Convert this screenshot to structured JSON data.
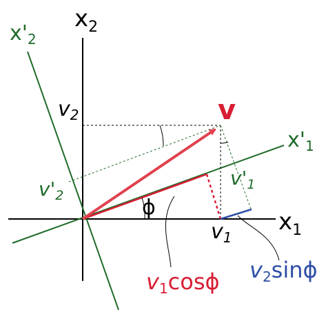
{
  "colors": {
    "axis": "#000000",
    "rotated_axis": "#1f6b2a",
    "vector": "#e0414f",
    "projection_red": "#d81e34",
    "sin_blue": "#2f4ea6",
    "guide_dash": "#000000",
    "guide_dash_green": "#1f6b2a"
  },
  "labels": {
    "x1_main": "x",
    "x1_sub": "1",
    "x2_main": "x",
    "x2_sub": "2",
    "x1p_main": "x'",
    "x1p_sub": "1",
    "x2p_main": "x'",
    "x2p_sub": "2",
    "vec": "v",
    "v1_main": "v",
    "v1_sub": "1",
    "v2_main": "v",
    "v2_sub": "2",
    "v1p_main": "v'",
    "v1p_sub": "1",
    "v2p_main": "v'",
    "v2p_sub": "2",
    "phi": "ϕ",
    "v1cos_main": "v",
    "v1cos_sub": "1",
    "v1cos_rest": "cosϕ",
    "v2sin_main": "v",
    "v2sin_sub": "2",
    "v2sin_rest": "sinϕ"
  }
}
